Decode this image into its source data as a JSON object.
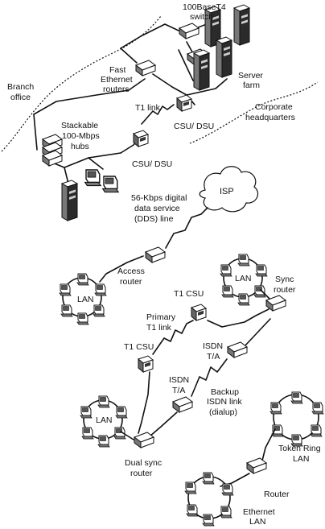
{
  "labels": {
    "switch_line1": "100BaseT4",
    "switch_line2": "switch",
    "fast_line1": "Fast",
    "fast_line2": "Ethernet",
    "fast_line3": "routers",
    "server_line1": "Server",
    "server_line2": "farm",
    "branch_line1": "Branch",
    "branch_line2": "office",
    "corp_line1": "Corporate",
    "corp_line2": "headquarters",
    "t1_link": "T1 link",
    "csu_dsu_top": "CSU/ DSU",
    "stack_line1": "Stackable",
    "stack_line2": "100-Mbps",
    "stack_line3": "hubs",
    "csu_dsu_branch": "CSU/ DSU",
    "isp": "ISP",
    "dds_line1": "56-Kbps digital",
    "dds_line2": "data service",
    "dds_line3": "(DDS) line",
    "access_line1": "Access",
    "access_line2": "router",
    "lan_access": "LAN",
    "lan_sync": "LAN",
    "sync_line1": "Sync",
    "sync_line2": "router",
    "t1_csu_upper": "T1 CSU",
    "primary_line1": "Primary",
    "primary_line2": "T1 link",
    "t1_csu_lower": "T1 CSU",
    "isdn_ta_right_1": "ISDN",
    "isdn_ta_right_2": "T/A",
    "isdn_ta_mid_1": "ISDN",
    "isdn_ta_mid_2": "T/A",
    "backup_line1": "Backup",
    "backup_line2": "ISDN link",
    "backup_line3": "(dialup)",
    "lan_dual": "LAN",
    "dual_line1": "Dual sync",
    "dual_line2": "router",
    "token_line1": "Token Ring",
    "token_line2": "LAN",
    "router_label": "Router",
    "ethernet_line1": "Ethernet",
    "ethernet_line2": "LAN"
  }
}
